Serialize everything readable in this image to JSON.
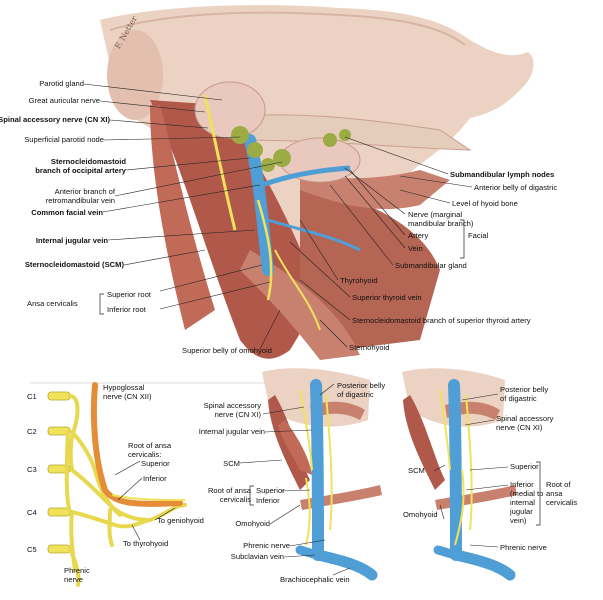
{
  "colors": {
    "muscle": "#b0584a",
    "muscle_light": "#cf8a78",
    "vein": "#4f9fd6",
    "nerve": "#f0e25a",
    "node": "#9cab43",
    "skin": "#ecd2c2",
    "hypoglossal": "#e58c36",
    "gland": "#e9c9bd"
  },
  "signature": "F. Netter",
  "top": {
    "left_labels": [
      "Parotid gland",
      "Great auricular nerve",
      "Spinal accessory nerve (CN XI)",
      "Superficial parotid node",
      "Sternocleidomastoid",
      "branch of occipital artery",
      "Anterior branch of",
      "retromandibular vein",
      "Common facial vein",
      "Internal jugular vein",
      "Sternocleidomastoid (SCM)"
    ],
    "ansa": {
      "label": "Ansa cervicalis",
      "roots": [
        "Superior root",
        "Inferior root"
      ]
    },
    "right_labels": [
      "Submandibular lymph nodes",
      "Anterior belly of digastric",
      "Level of hyoid bone"
    ],
    "facial": {
      "items": [
        "Nerve (marginal",
        "mandibular branch)",
        "Artery",
        "Vein"
      ],
      "label": "Facial"
    },
    "mid_labels": [
      "Submandibular gland",
      "Thyrohyoid",
      "Superior thyroid vein",
      "Sternocleidomastoid branch of superior thyroid artery",
      "Sternohyoid",
      "Superior belly of omohyoid"
    ]
  },
  "bl": {
    "levels": [
      "C1",
      "C2",
      "C3",
      "C4",
      "C5"
    ],
    "hypoglossal": [
      "Hypoglossal",
      "nerve (CN XII)"
    ],
    "root": [
      "Root of ansa",
      "cervicalis:",
      "Superior",
      "Inferior"
    ],
    "to_geniohyoid": "To geniohyoid",
    "to_thyrohyoid": "To thyrohyoid",
    "phrenic": [
      "Phrenic",
      "nerve"
    ]
  },
  "bm": {
    "posterior": [
      "Posterior belly",
      "of digastric"
    ],
    "spinal": [
      "Spinal accessory",
      "nerve (CN XI)"
    ],
    "ijv": "Internal jugular vein",
    "scm": "SCM",
    "root": [
      "Root of ansa",
      "cervicalis"
    ],
    "roots": [
      "Superior",
      "Inferior"
    ],
    "omohyoid": "Omohyoid",
    "phrenic": "Phrenic nerve",
    "subclavian": "Subclavian vein",
    "brachio": "Brachiocephalic vein"
  },
  "br": {
    "posterior": [
      "Posterior belly",
      "of digastric"
    ],
    "spinal": [
      "Spinal accessory",
      "nerve (CN XI)"
    ],
    "scm": "SCM",
    "superior": "Superior",
    "inferior": [
      "Inferior",
      "(medial to",
      "internal",
      "jugular",
      "vein)"
    ],
    "root": [
      "Root of",
      "ansa",
      "cervicalis"
    ],
    "omohyoid": "Omohyoid",
    "phrenic": "Phrenic nerve"
  }
}
